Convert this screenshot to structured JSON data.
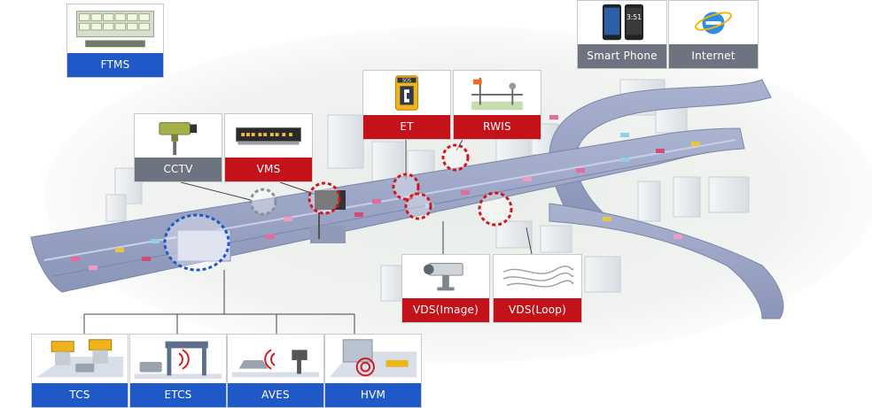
{
  "colors": {
    "blue_label": "#1f58c7",
    "red_label": "#c4121a",
    "gray_label": "#6d7480",
    "road": "#9ea8c8",
    "marker_red": "#d2161e",
    "marker_blue": "#1f58c7"
  },
  "cards": {
    "ftms": {
      "label": "FTMS",
      "icon": "control-room-video-wall-icon"
    },
    "smart_phone": {
      "label": "Smart Phone",
      "icon": "smartphone-icon"
    },
    "internet": {
      "label": "Internet",
      "icon": "internet-explorer-icon"
    },
    "et": {
      "label": "ET",
      "icon": "sos-emergency-phone-icon"
    },
    "rwis": {
      "label": "RWIS",
      "icon": "weather-station-icon"
    },
    "cctv": {
      "label": "CCTV",
      "icon": "cctv-camera-icon"
    },
    "vms": {
      "label": "VMS",
      "icon": "variable-message-sign-icon"
    },
    "vds_image": {
      "label": "VDS(Image)",
      "icon": "video-detector-camera-icon"
    },
    "vds_loop": {
      "label": "VDS(Loop)",
      "icon": "loop-detector-icon"
    },
    "tcs": {
      "label": "TCS",
      "icon": "toll-booth-icon"
    },
    "etcs": {
      "label": "ETCS",
      "icon": "electronic-toll-gantry-icon"
    },
    "aves": {
      "label": "AVES",
      "icon": "speed-enforcement-camera-icon"
    },
    "hvm": {
      "label": "HVM",
      "icon": "truck-weigh-station-icon"
    }
  }
}
